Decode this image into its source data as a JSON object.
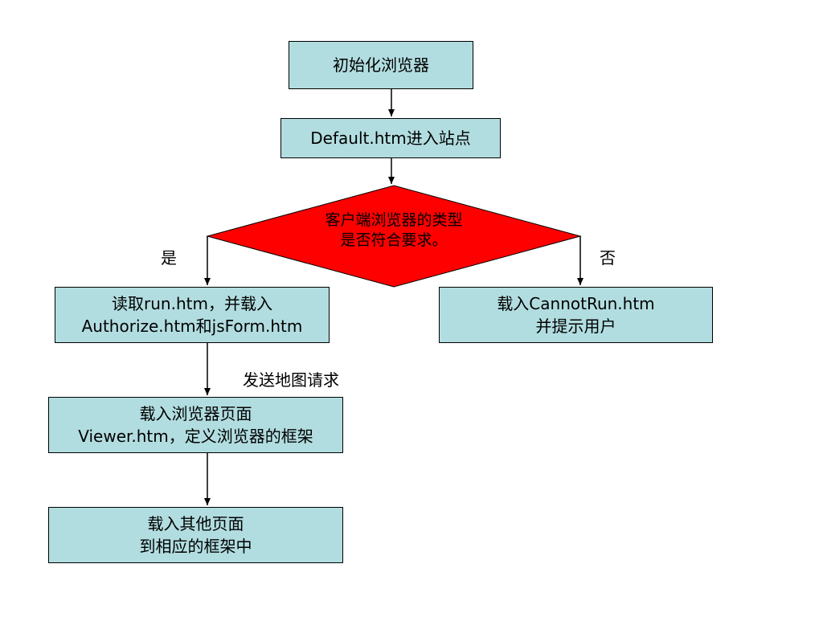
{
  "nodes": {
    "init_browser": {
      "label": "初始化浏览器"
    },
    "enter_site": {
      "label": "Default.htm进入站点"
    },
    "decision": {
      "line1": "客户端浏览器的类型",
      "line2": "是否符合要求。"
    },
    "read_run": {
      "line1": "读取run.htm，并载入",
      "line2": "Authorize.htm和jsForm.htm"
    },
    "cannot_run": {
      "line1": "载入CannotRun.htm",
      "line2": "并提示用户"
    },
    "load_viewer": {
      "line1": "载入浏览器页面",
      "line2": "Viewer.htm，定义浏览器的框架"
    },
    "load_other": {
      "line1": "载入其他页面",
      "line2": "到相应的框架中"
    }
  },
  "edges": {
    "yes_label": "是",
    "no_label": "否",
    "map_request_label": "发送地图请求"
  },
  "colors": {
    "box_fill": "#b2dde0",
    "decision_fill": "#ff0000",
    "line": "#000000"
  }
}
